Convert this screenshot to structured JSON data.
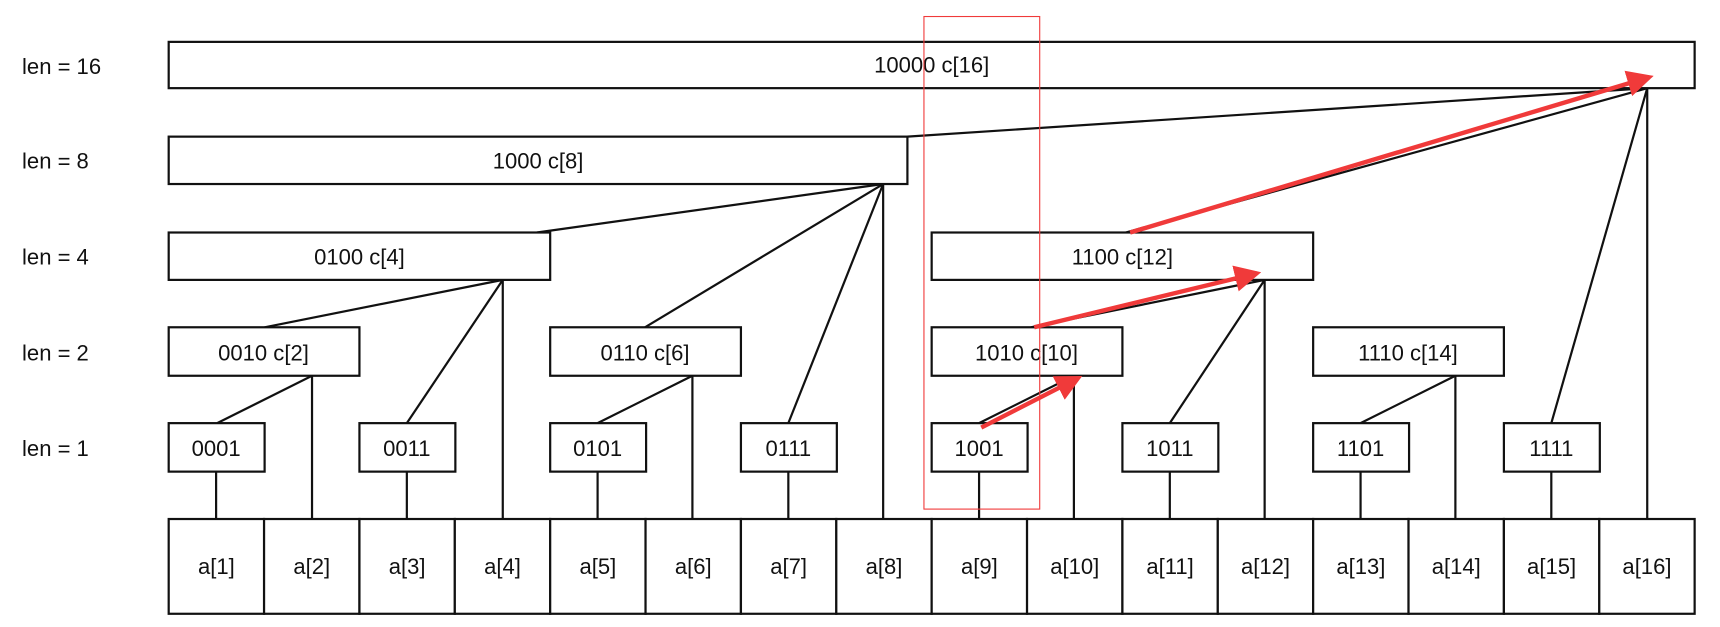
{
  "levels": [
    "len = 16",
    "len = 8",
    "len = 4",
    "len = 2",
    "len = 1"
  ],
  "nodes": {
    "c16": "10000  c[16]",
    "c8": "1000 c[8]",
    "c4": "0100  c[4]",
    "c12": "1100  c[12]",
    "c2": "0010  c[2]",
    "c6": "0110  c[6]",
    "c10": "1010  c[10]",
    "c14": "1110  c[14]",
    "n1": "0001",
    "n3": "0011",
    "n5": "0101",
    "n7": "0111",
    "n9": "1001",
    "n11": "1011",
    "n13": "1101",
    "n15": "1111"
  },
  "array": [
    "a[1]",
    "a[2]",
    "a[3]",
    "a[4]",
    "a[5]",
    "a[6]",
    "a[7]",
    "a[8]",
    "a[9]",
    "a[10]",
    "a[11]",
    "a[12]",
    "a[13]",
    "a[14]",
    "a[15]",
    "a[16]"
  ],
  "colors": {
    "highlight": "#f03a3a",
    "line": "#111111"
  }
}
